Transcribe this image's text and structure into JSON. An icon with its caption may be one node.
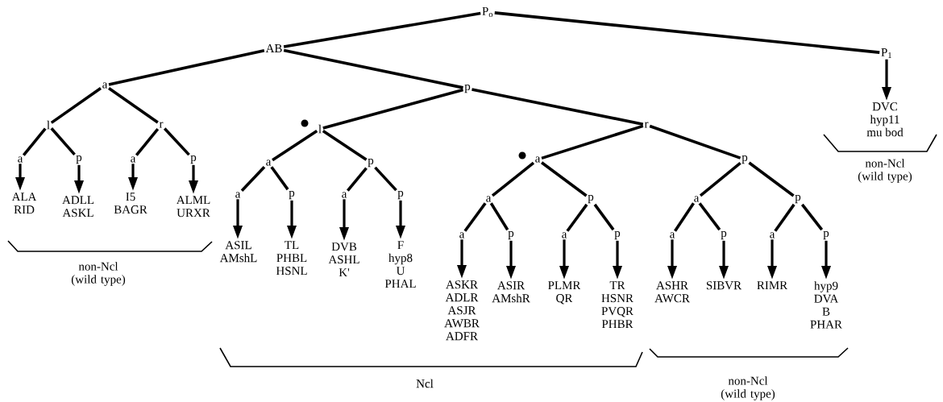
{
  "diagram": {
    "nodes": [
      {
        "text": [
          "P$_{o}$"
        ]
      },
      {
        "text": [
          "AB"
        ]
      },
      {
        "text": [
          "P$_{1}$"
        ]
      },
      {
        "text": [
          "a"
        ]
      },
      {
        "text": [
          "p"
        ]
      },
      {
        "text": [
          "l"
        ]
      },
      {
        "text": [
          "r"
        ]
      },
      {
        "text": [
          "l"
        ]
      },
      {
        "text": [
          "r"
        ]
      },
      {
        "text": [
          "a"
        ]
      },
      {
        "text": [
          "p"
        ]
      },
      {
        "text": [
          "a"
        ]
      },
      {
        "text": [
          "p"
        ]
      },
      {
        "text": [
          "a"
        ]
      },
      {
        "text": [
          "p"
        ]
      },
      {
        "text": [
          "a"
        ]
      },
      {
        "text": [
          "p"
        ]
      },
      {
        "text": [
          "a"
        ]
      },
      {
        "text": [
          "p"
        ]
      },
      {
        "text": [
          "a"
        ]
      },
      {
        "text": [
          "p"
        ]
      },
      {
        "text": [
          "a"
        ]
      },
      {
        "text": [
          "p"
        ]
      },
      {
        "text": [
          "a"
        ]
      },
      {
        "text": [
          "p"
        ]
      },
      {
        "text": [
          "a"
        ]
      },
      {
        "text": [
          "p"
        ]
      },
      {
        "text": [
          "a"
        ]
      },
      {
        "text": [
          "p"
        ]
      },
      {
        "text": [
          "a"
        ]
      },
      {
        "text": [
          "p"
        ]
      },
      {
        "text": [
          "a"
        ]
      },
      {
        "text": [
          "p"
        ]
      },
      {
        "text": [
          "DVC",
          "hyp11",
          "mu bod"
        ]
      },
      {
        "text": [
          "ALA",
          "RID"
        ]
      },
      {
        "text": [
          "ADLL",
          "ASKL"
        ]
      },
      {
        "text": [
          "I5",
          "BAGR"
        ]
      },
      {
        "text": [
          "ALML",
          "URXR"
        ]
      },
      {
        "text": [
          "ASIL",
          "AMshL"
        ]
      },
      {
        "text": [
          "TL",
          "PHBL",
          "HSNL"
        ]
      },
      {
        "text": [
          "DVB",
          "ASHL",
          "K'"
        ]
      },
      {
        "text": [
          "F",
          "hyp8",
          "U",
          "PHAL"
        ]
      },
      {
        "text": [
          "ASKR",
          "ADLR",
          "ASJR",
          "AWBR",
          "ADFR"
        ]
      },
      {
        "text": [
          "ASIR",
          "AMshR"
        ]
      },
      {
        "text": [
          "PLMR",
          "QR"
        ]
      },
      {
        "text": [
          "TR",
          "HSNR",
          "PVQR",
          "PHBR"
        ]
      },
      {
        "text": [
          "ASHR",
          "AWCR"
        ]
      },
      {
        "text": [
          "SIBVR"
        ]
      },
      {
        "text": [
          "RIMR"
        ]
      },
      {
        "text": [
          "hyp9",
          "DVA",
          "B",
          "PHAR"
        ]
      }
    ],
    "edges": [
      {
        "from": 0,
        "to": 1,
        "arrow": "none"
      },
      {
        "from": 0,
        "to": 2,
        "arrow": "none"
      },
      {
        "from": 1,
        "to": 3,
        "arrow": "none"
      },
      {
        "from": 1,
        "to": 4,
        "arrow": "none"
      },
      {
        "from": 3,
        "to": 5,
        "arrow": "none"
      },
      {
        "from": 3,
        "to": 6,
        "arrow": "none"
      },
      {
        "from": 4,
        "to": 7,
        "arrow": "none"
      },
      {
        "from": 4,
        "to": 8,
        "arrow": "none"
      },
      {
        "from": 5,
        "to": 9,
        "arrow": "none"
      },
      {
        "from": 5,
        "to": 10,
        "arrow": "none"
      },
      {
        "from": 6,
        "to": 11,
        "arrow": "none"
      },
      {
        "from": 6,
        "to": 12,
        "arrow": "none"
      },
      {
        "from": 7,
        "to": 13,
        "arrow": "none"
      },
      {
        "from": 7,
        "to": 14,
        "arrow": "none"
      },
      {
        "from": 8,
        "to": 15,
        "arrow": "none"
      },
      {
        "from": 8,
        "to": 16,
        "arrow": "none"
      },
      {
        "from": 13,
        "to": 17,
        "arrow": "none"
      },
      {
        "from": 13,
        "to": 18,
        "arrow": "none"
      },
      {
        "from": 14,
        "to": 19,
        "arrow": "none"
      },
      {
        "from": 14,
        "to": 20,
        "arrow": "none"
      },
      {
        "from": 15,
        "to": 21,
        "arrow": "none"
      },
      {
        "from": 15,
        "to": 22,
        "arrow": "none"
      },
      {
        "from": 16,
        "to": 23,
        "arrow": "none"
      },
      {
        "from": 16,
        "to": 24,
        "arrow": "none"
      },
      {
        "from": 21,
        "to": 25,
        "arrow": "none"
      },
      {
        "from": 21,
        "to": 26,
        "arrow": "none"
      },
      {
        "from": 22,
        "to": 27,
        "arrow": "none"
      },
      {
        "from": 22,
        "to": 28,
        "arrow": "none"
      },
      {
        "from": 23,
        "to": 29,
        "arrow": "none"
      },
      {
        "from": 23,
        "to": 30,
        "arrow": "none"
      },
      {
        "from": 24,
        "to": 31,
        "arrow": "none"
      },
      {
        "from": 24,
        "to": 32,
        "arrow": "none"
      },
      {
        "from": 2,
        "to": 33,
        "arrow": "to"
      },
      {
        "from": 9,
        "to": 34,
        "arrow": "to"
      },
      {
        "from": 10,
        "to": 35,
        "arrow": "to"
      },
      {
        "from": 11,
        "to": 36,
        "arrow": "to"
      },
      {
        "from": 12,
        "to": 37,
        "arrow": "to"
      },
      {
        "from": 17,
        "to": 38,
        "arrow": "to"
      },
      {
        "from": 18,
        "to": 39,
        "arrow": "to"
      },
      {
        "from": 19,
        "to": 40,
        "arrow": "to"
      },
      {
        "from": 20,
        "to": 41,
        "arrow": "to"
      },
      {
        "from": 25,
        "to": 42,
        "arrow": "to"
      },
      {
        "from": 26,
        "to": 43,
        "arrow": "to"
      },
      {
        "from": 27,
        "to": 44,
        "arrow": "to"
      },
      {
        "from": 28,
        "to": 45,
        "arrow": "to"
      },
      {
        "from": 29,
        "to": 46,
        "arrow": "to"
      },
      {
        "from": 30,
        "to": 47,
        "arrow": "to"
      },
      {
        "from": 31,
        "to": 48,
        "arrow": "to"
      },
      {
        "from": 32,
        "to": 49,
        "arrow": "to"
      }
    ],
    "labels": [
      "non-Ncl (wild type)",
      "non-Ncl (wild type)",
      "Ncl",
      "non-Ncl (wild type)"
    ]
  }
}
